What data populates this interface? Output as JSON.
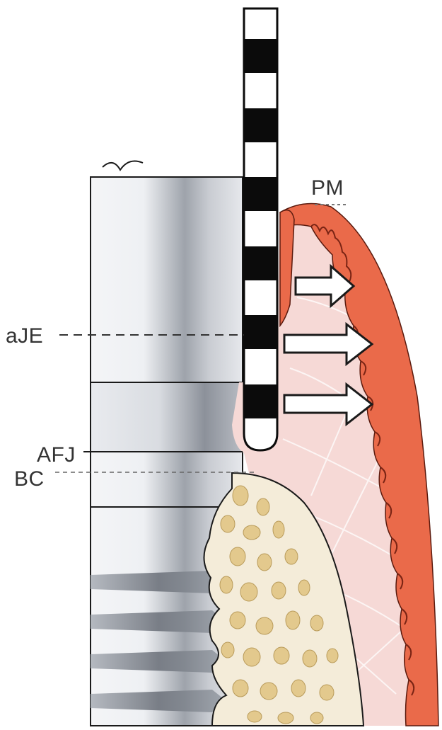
{
  "labels": {
    "pm": "PM",
    "aje": "aJE",
    "afj": "AFJ",
    "bc": "BC"
  },
  "colors": {
    "mucosa": "#ea6a4a",
    "connective_tissue": "#f6d9d6",
    "bone": "#f4ecd9",
    "bone_trabeculae": "#e3c98d",
    "implant_light": "#f1f2f5",
    "implant_dark": "#8d929b",
    "probe_black": "#0b0b0b",
    "probe_white": "#ffffff",
    "arrow_fill": "#ffffff",
    "outline": "#1a1a1a"
  },
  "icons": {
    "probe": "periodontal-probe-icon",
    "arrows": "right-arrow-icon"
  }
}
